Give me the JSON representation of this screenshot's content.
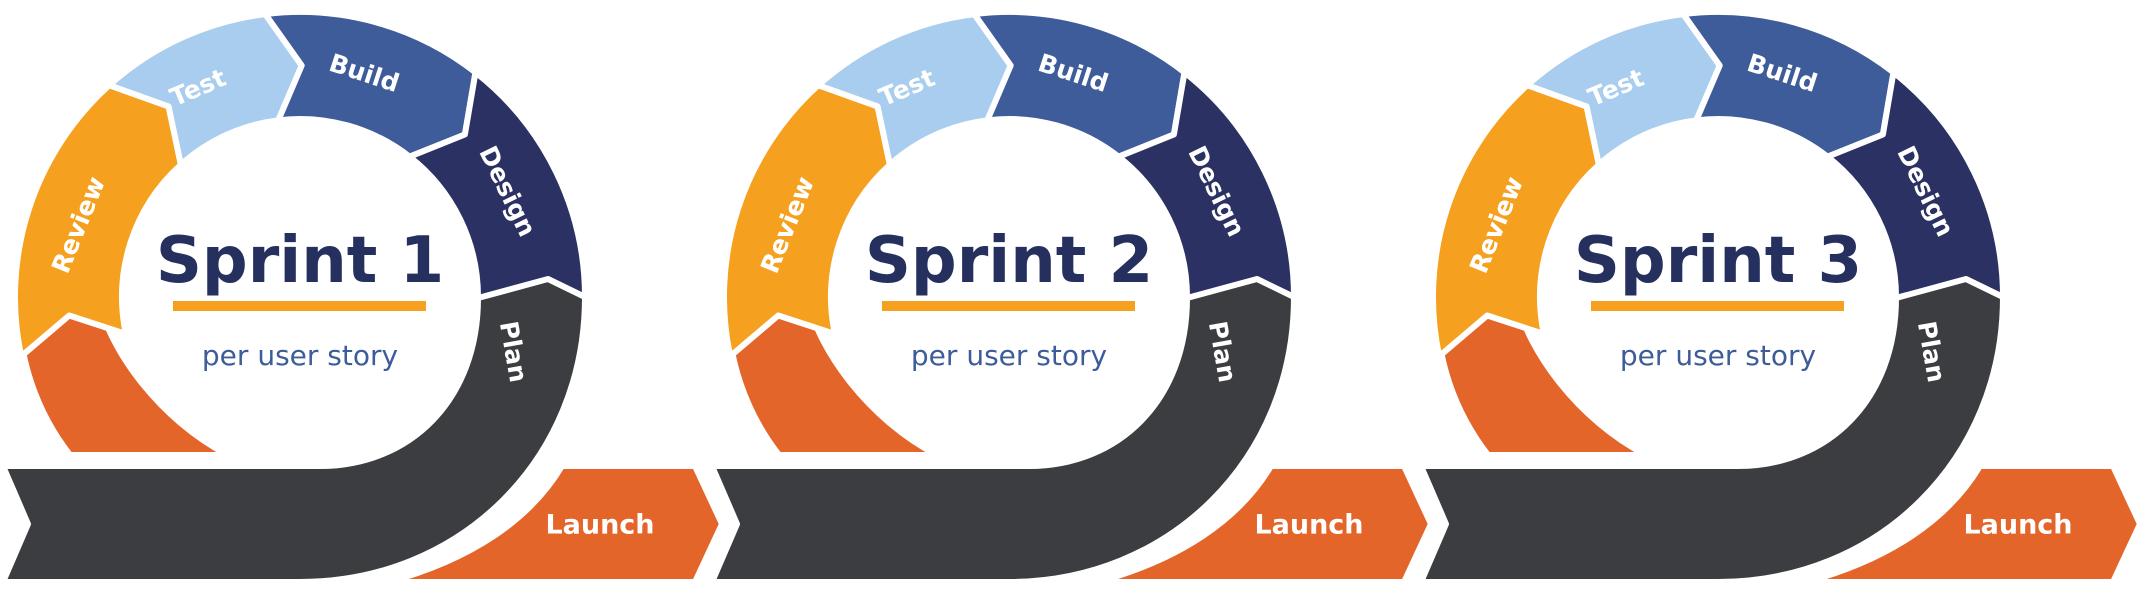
{
  "colors": {
    "review": "#f5a11f",
    "test": "#a8cdee",
    "build": "#3e5c99",
    "design": "#2b3162",
    "plan": "#3c3d40",
    "deploy_orange": "#e4652a",
    "underline": "#f5a11f",
    "title": "#25305e",
    "subtitle": "#3e5c99"
  },
  "sprints": [
    {
      "title": "Sprint 1",
      "subtitle": "per user story",
      "segments": {
        "review": "Review",
        "test": "Test",
        "build": "Build",
        "design": "Design",
        "plan": "Plan"
      },
      "launch": "Launch"
    },
    {
      "title": "Sprint 2",
      "subtitle": "per user story",
      "segments": {
        "review": "Review",
        "test": "Test",
        "build": "Build",
        "design": "Design",
        "plan": "Plan"
      },
      "launch": "Launch"
    },
    {
      "title": "Sprint 3",
      "subtitle": "per user story",
      "segments": {
        "review": "Review",
        "test": "Test",
        "build": "Build",
        "design": "Design",
        "plan": "Plan"
      },
      "launch": "Launch"
    }
  ]
}
